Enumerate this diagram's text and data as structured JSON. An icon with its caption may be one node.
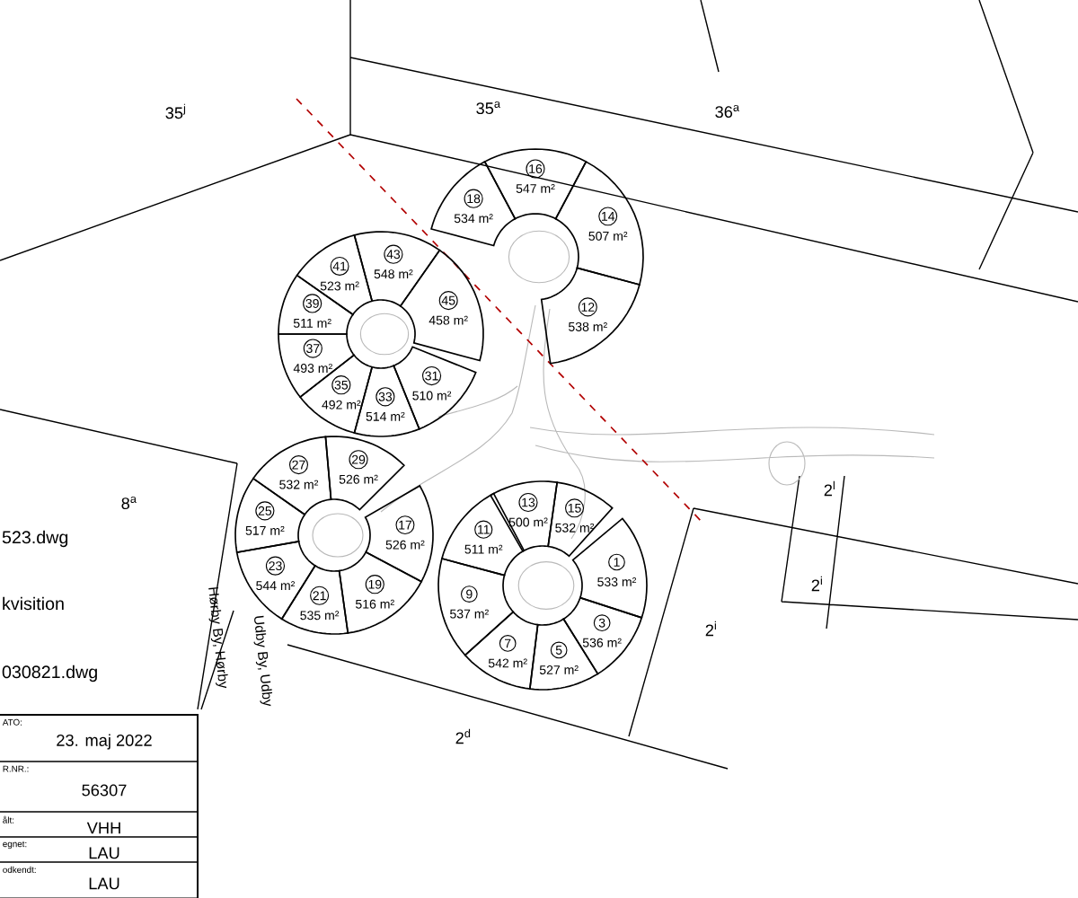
{
  "diagram": {
    "nodes": [
      {
        "text": [
          "18",
          "534 m²"
        ]
      },
      {
        "text": [
          "16",
          "547 m²"
        ]
      },
      {
        "text": [
          "14",
          "507 m²"
        ]
      },
      {
        "text": [
          "12",
          "538 m²"
        ]
      },
      {
        "text": [
          "41",
          "523 m²"
        ]
      },
      {
        "text": [
          "43",
          "548 m²"
        ]
      },
      {
        "text": [
          "39",
          "511 m²"
        ]
      },
      {
        "text": [
          "45",
          "458 m²"
        ]
      },
      {
        "text": [
          "37",
          "493 m²"
        ]
      },
      {
        "text": [
          "35",
          "492 m²"
        ]
      },
      {
        "text": [
          "33",
          "514 m²"
        ]
      },
      {
        "text": [
          "31",
          "510 m²"
        ]
      },
      {
        "text": [
          "27",
          "532 m²"
        ]
      },
      {
        "text": [
          "29",
          "526 m²"
        ]
      },
      {
        "text": [
          "25",
          "517 m²"
        ]
      },
      {
        "text": [
          "17",
          "526 m²"
        ]
      },
      {
        "text": [
          "23",
          "544 m²"
        ]
      },
      {
        "text": [
          "21",
          "535 m²"
        ]
      },
      {
        "text": [
          "19",
          "516 m²"
        ]
      },
      {
        "text": [
          "13",
          "500 m²"
        ]
      },
      {
        "text": [
          "15",
          "532 m²"
        ]
      },
      {
        "text": [
          "11",
          "511 m²"
        ]
      },
      {
        "text": [
          "1",
          "533 m²"
        ]
      },
      {
        "text": [
          "9",
          "537 m²"
        ]
      },
      {
        "text": [
          "3",
          "536 m²"
        ]
      },
      {
        "text": [
          "7",
          "542 m²"
        ]
      },
      {
        "text": [
          "5",
          "527 m²"
        ]
      }
    ],
    "labels": [
      "35$^{j}$",
      "35$^{a}$",
      "36$^{a}$",
      "8$^{a}$",
      "523.dwg",
      "2$^{l}$",
      "kvisition",
      "2$^{i}$",
      "2$^{i}$",
      "030821.dwg",
      "Hørby By, Hørby",
      "Udby By, Udby",
      "2$^{d}$",
      "ATO:",
      "23. maj 2022",
      "R.NR.:",
      "56307",
      "ålt:",
      "VHH",
      "egnet:",
      "LAU",
      "odkendt:",
      "LAU"
    ]
  }
}
